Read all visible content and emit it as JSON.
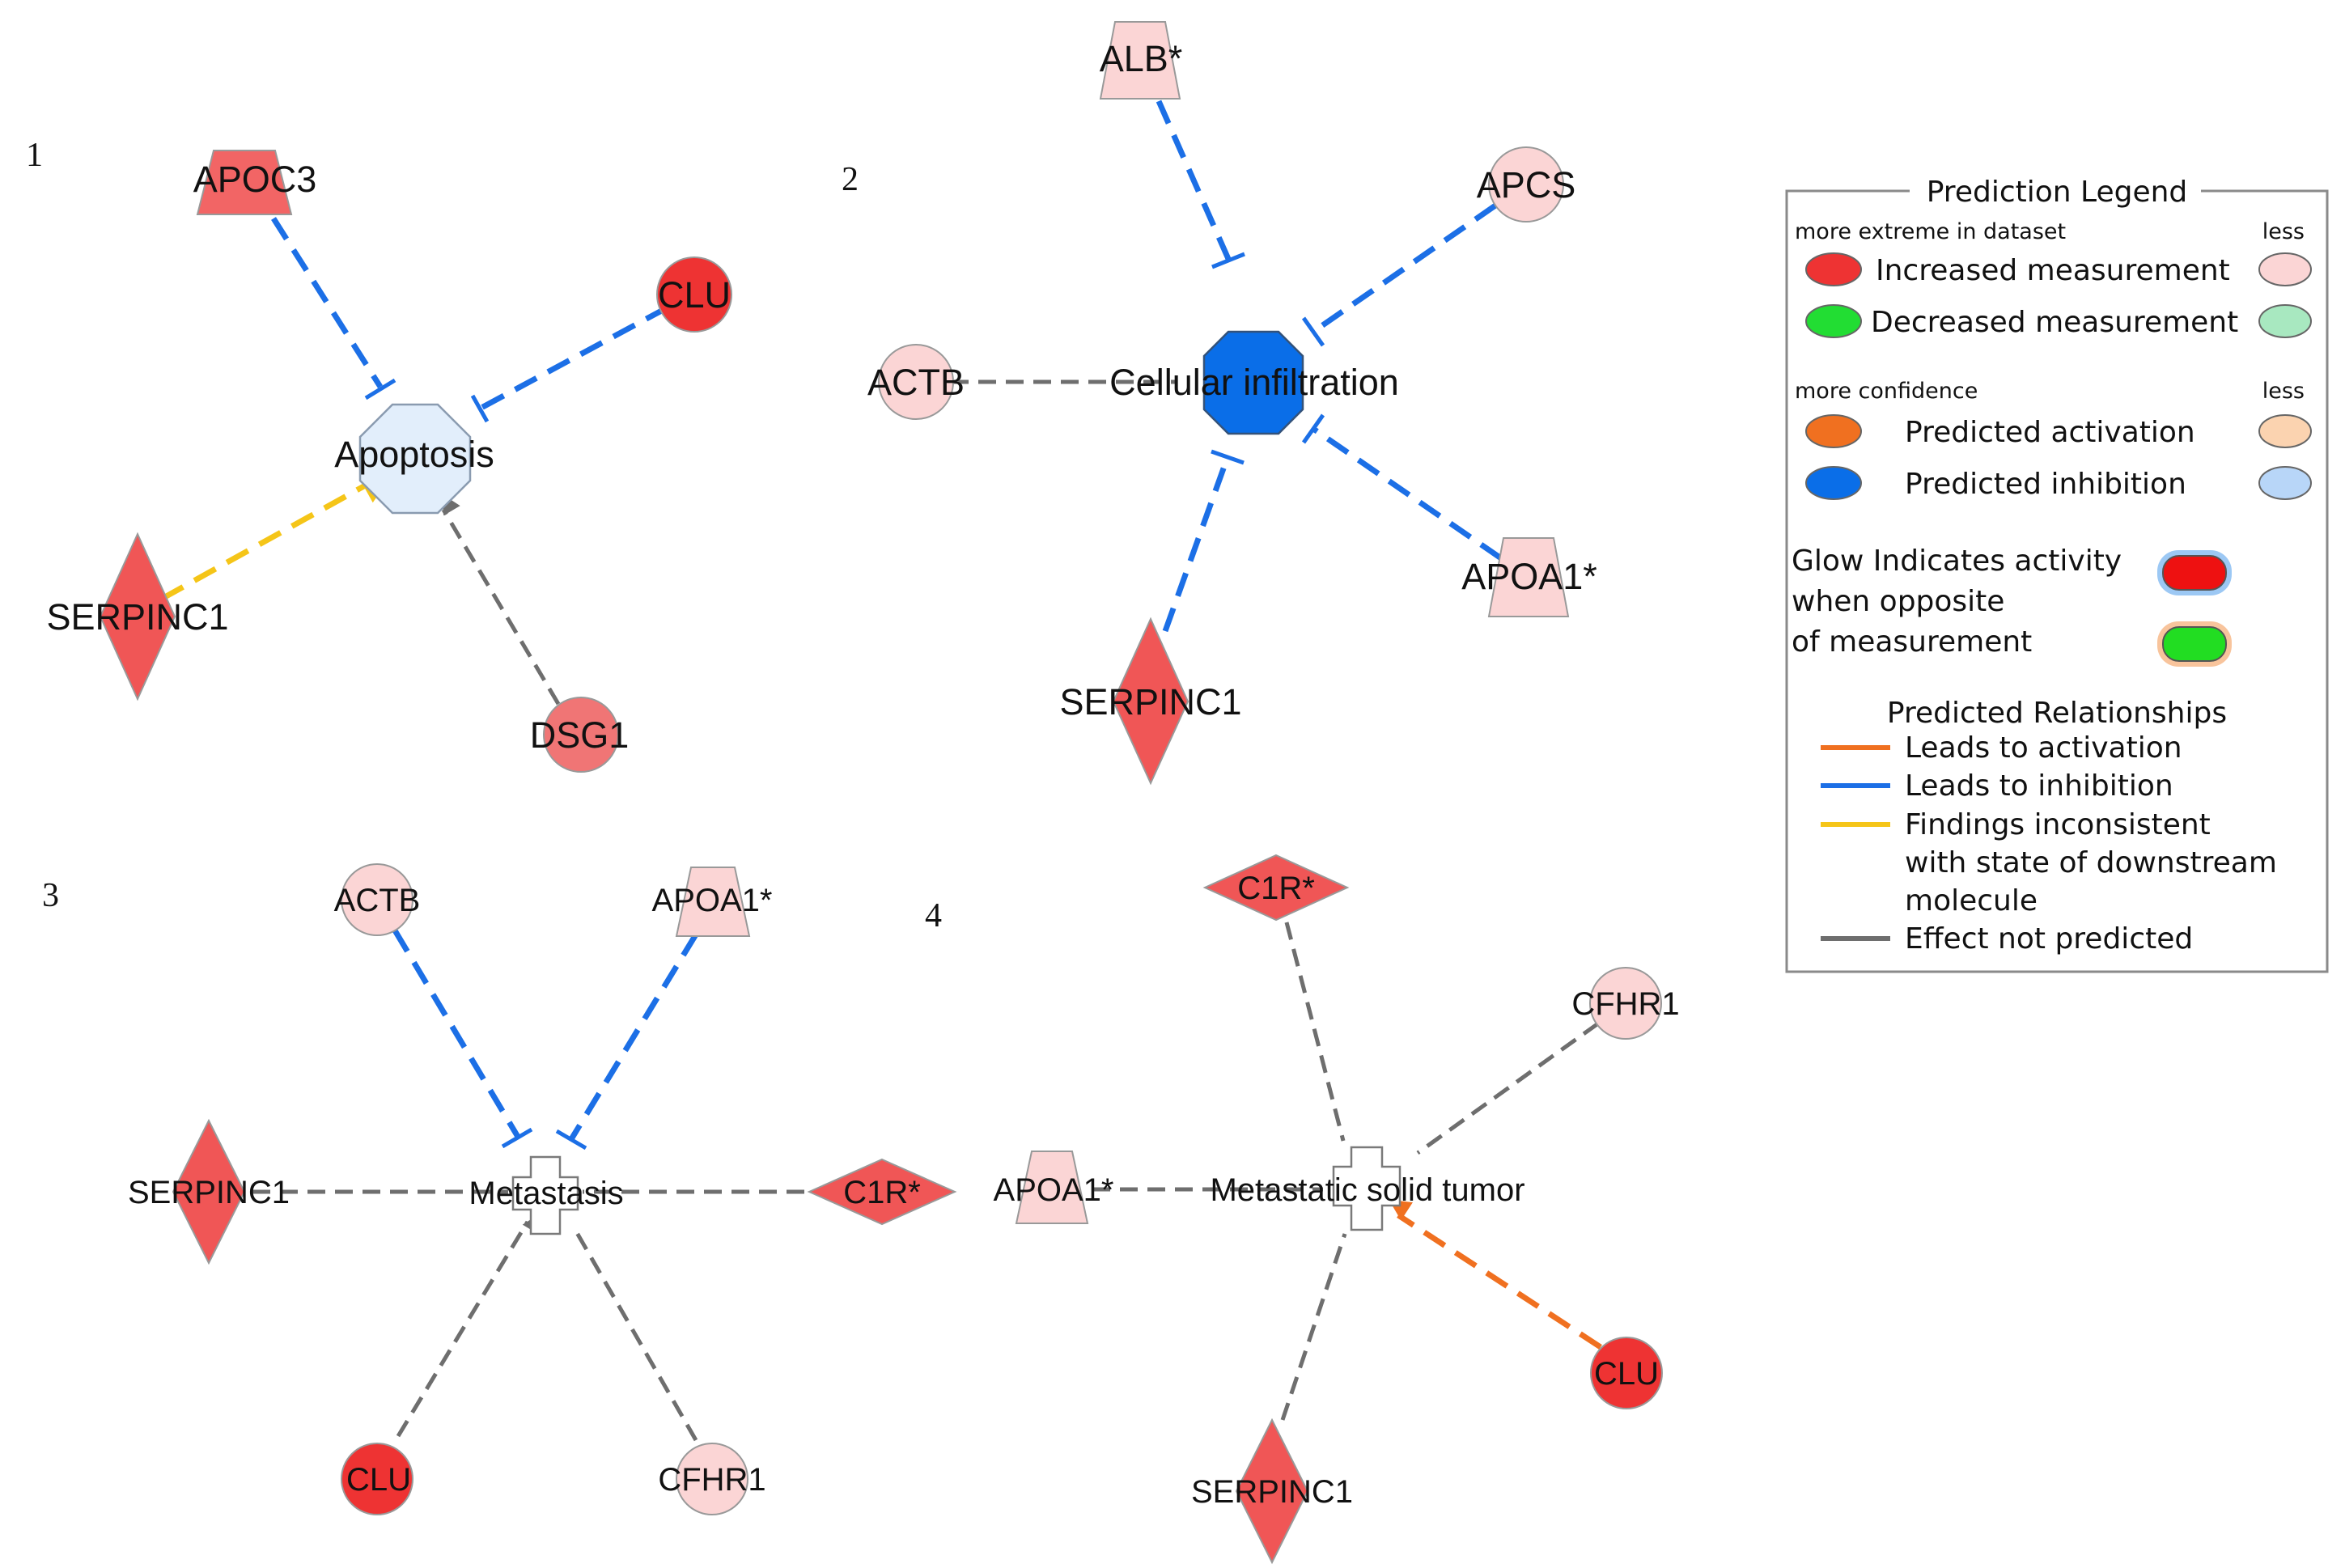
{
  "colors": {
    "increased_strong": "#ee3333",
    "increased_mid": "#f26565",
    "increased_light": "#fbd5d5",
    "inhibition_blue": "#1c6fe6",
    "activation_orange": "#f07020",
    "inconsistent_yellow": "#f5c518",
    "not_predicted_gray": "#6e6e6e",
    "apoptosis_fill": "#e2eefb",
    "infiltration_fill": "#0a6ee8"
  },
  "panels": [
    {
      "number": "1",
      "center": "Apoptosis",
      "nodes": [
        {
          "id": "p1-apoc3",
          "label": "APOC3",
          "shape": "trapezoid",
          "fill": "#f26565",
          "edge": "inhibition"
        },
        {
          "id": "p1-clu",
          "label": "CLU",
          "shape": "circle",
          "fill": "#ee3333",
          "edge": "inhibition"
        },
        {
          "id": "p1-serpinc1",
          "label": "SERPINC1",
          "shape": "diamond",
          "fill": "#f05656",
          "edge": "inconsistent"
        },
        {
          "id": "p1-dsg1",
          "label": "DSG1",
          "shape": "circle",
          "fill": "#f07575",
          "edge": "not_predicted"
        }
      ]
    },
    {
      "number": "2",
      "center": "Cellular infiltration",
      "nodes": [
        {
          "id": "p2-alb",
          "label": "ALB*",
          "shape": "trapezoid",
          "fill": "#fbd5d5",
          "edge": "inhibition"
        },
        {
          "id": "p2-apcs",
          "label": "APCS",
          "shape": "circle",
          "fill": "#fbd5d5",
          "edge": "inhibition"
        },
        {
          "id": "p2-actb",
          "label": "ACTB",
          "shape": "circle",
          "fill": "#fbd5d5",
          "edge": "not_predicted"
        },
        {
          "id": "p2-apoa1",
          "label": "APOA1*",
          "shape": "trapezoid",
          "fill": "#fbd5d5",
          "edge": "inhibition"
        },
        {
          "id": "p2-serpinc1",
          "label": "SERPINC1",
          "shape": "diamond",
          "fill": "#f05656",
          "edge": "inhibition"
        }
      ]
    },
    {
      "number": "3",
      "center": "Metastasis",
      "nodes": [
        {
          "id": "p3-actb",
          "label": "ACTB",
          "shape": "circle",
          "fill": "#fbd5d5",
          "edge": "inhibition"
        },
        {
          "id": "p3-apoa1",
          "label": "APOA1*",
          "shape": "trapezoid",
          "fill": "#fbd5d5",
          "edge": "inhibition"
        },
        {
          "id": "p3-serpinc1",
          "label": "SERPINC1",
          "shape": "diamond",
          "fill": "#f05656",
          "edge": "not_predicted"
        },
        {
          "id": "p3-c1r",
          "label": "C1R*",
          "shape": "diamond",
          "fill": "#f05656",
          "edge": "not_predicted"
        },
        {
          "id": "p3-clu",
          "label": "CLU",
          "shape": "circle",
          "fill": "#ee3333",
          "edge": "not_predicted"
        },
        {
          "id": "p3-cfhr1",
          "label": "CFHR1",
          "shape": "circle",
          "fill": "#fbd5d5",
          "edge": "not_predicted"
        }
      ]
    },
    {
      "number": "4",
      "center": "Metastatic solid tumor",
      "nodes": [
        {
          "id": "p4-c1r",
          "label": "C1R*",
          "shape": "diamond",
          "fill": "#f05656",
          "edge": "not_predicted"
        },
        {
          "id": "p4-cfhr1",
          "label": "CFHR1",
          "shape": "circle",
          "fill": "#fbd5d5",
          "edge": "not_predicted"
        },
        {
          "id": "p4-apoa1",
          "label": "APOA1*",
          "shape": "trapezoid",
          "fill": "#fbd5d5",
          "edge": "not_predicted"
        },
        {
          "id": "p4-clu",
          "label": "CLU",
          "shape": "circle",
          "fill": "#ee3333",
          "edge": "activation"
        },
        {
          "id": "p4-serpinc1",
          "label": "SERPINC1",
          "shape": "diamond",
          "fill": "#f05656",
          "edge": "not_predicted"
        }
      ]
    }
  ],
  "legend": {
    "title": "Prediction Legend",
    "more_extreme": "more extreme in dataset",
    "less": "less",
    "increased": "Increased measurement",
    "decreased": "Decreased measurement",
    "more_confidence": "more confidence",
    "predicted_activation": "Predicted activation",
    "predicted_inhibition": "Predicted inhibition",
    "glow_1": "Glow Indicates activity",
    "glow_2": "when opposite",
    "glow_3": "of measurement",
    "relationships_title": "Predicted Relationships",
    "rel_activation": "Leads to activation",
    "rel_inhibition": "Leads to inhibition",
    "rel_inconsistent_1": "Findings inconsistent",
    "rel_inconsistent_2": "with state of downstream",
    "rel_inconsistent_3": "molecule",
    "rel_not_predicted": "Effect not predicted"
  }
}
